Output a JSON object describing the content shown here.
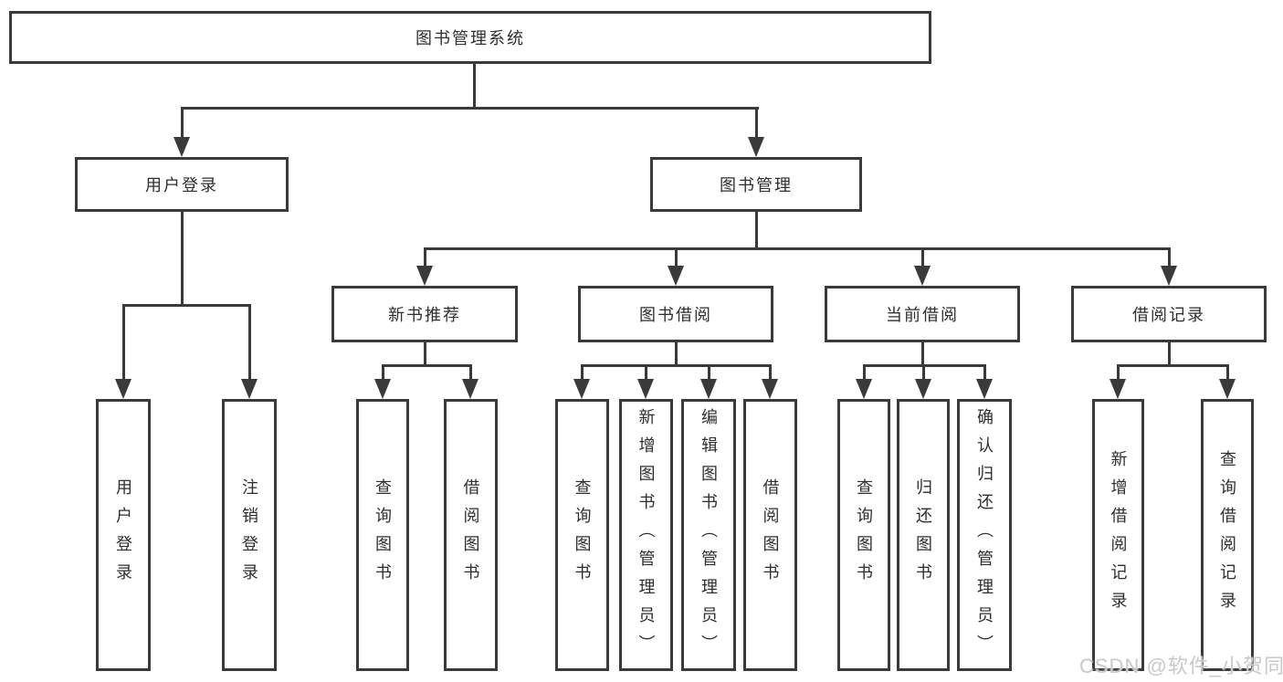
{
  "diagram": {
    "root": "图书管理系统",
    "branches": {
      "user_login": "用户登录",
      "book_mgmt": "图书管理"
    },
    "modules": {
      "new_book": "新书推荐",
      "book_borrow": "图书借阅",
      "current_borrow": "当前借阅",
      "borrow_record": "借阅记录"
    },
    "leaves": {
      "user_login": [
        "用户登录",
        "注销登录"
      ],
      "new_book": [
        "查询图书",
        "借阅图书"
      ],
      "book_borrow": [
        "查询图书",
        "新增图书（管理员）",
        "编辑图书（管理员）",
        "借阅图书"
      ],
      "current_borrow": [
        "查询图书",
        "归还图书",
        "确认归还（管理员）"
      ],
      "borrow_record": [
        "新增借阅记录",
        "查询借阅记录"
      ]
    }
  },
  "watermark": "CSDN @软件_小贺同学",
  "colors": {
    "line": "#3a3a3a",
    "text": "#2e2e2e",
    "background": "#ffffff",
    "watermark": "#c9c9c9"
  }
}
